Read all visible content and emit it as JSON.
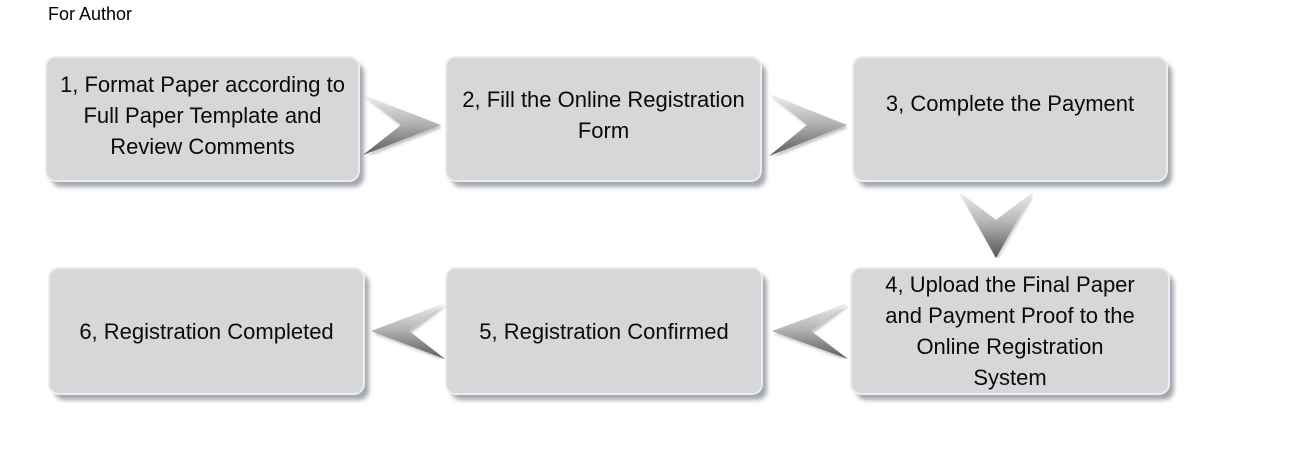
{
  "page": {
    "title": "For Author"
  },
  "flow": {
    "boxes": [
      {
        "step": "1",
        "label": "1, Format Paper according to Full Paper Template and Review Comments"
      },
      {
        "step": "2",
        "label": "2, Fill the Online Registration Form"
      },
      {
        "step": "3",
        "label": "3, Complete the Payment"
      },
      {
        "step": "4",
        "label": "4, Upload the Final Paper and Payment Proof to the Online Registration System"
      },
      {
        "step": "5",
        "label": "5, Registration Confirmed"
      },
      {
        "step": "6",
        "label": "6, Registration Completed"
      }
    ],
    "arrows": [
      {
        "from": "1",
        "to": "2",
        "direction": "right"
      },
      {
        "from": "2",
        "to": "3",
        "direction": "right"
      },
      {
        "from": "3",
        "to": "4",
        "direction": "down"
      },
      {
        "from": "4",
        "to": "5",
        "direction": "left"
      },
      {
        "from": "5",
        "to": "6",
        "direction": "left"
      }
    ],
    "colors": {
      "box_fill": "#d7d7d7",
      "box_border": "#e7edf4",
      "arrow_gradient_top": "#eeeeee",
      "arrow_gradient_mid": "#b2b2b2",
      "arrow_gradient_bottom": "#5a5a5a",
      "text": "#0a0a0a"
    }
  }
}
